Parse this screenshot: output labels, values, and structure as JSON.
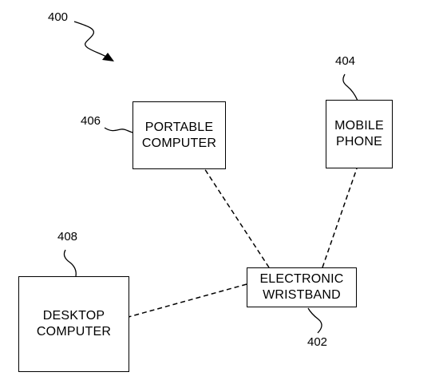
{
  "figure": {
    "ref": "400"
  },
  "nodes": [
    {
      "id": "portable",
      "ref": "406",
      "lines": [
        "PORTABLE",
        "COMPUTER"
      ]
    },
    {
      "id": "mobile",
      "ref": "404",
      "lines": [
        "MOBILE",
        "PHONE"
      ]
    },
    {
      "id": "desktop",
      "ref": "408",
      "lines": [
        "DESKTOP",
        "COMPUTER"
      ]
    },
    {
      "id": "wristband",
      "ref": "402",
      "lines": [
        "ELECTRONIC",
        "WRISTBAND"
      ]
    }
  ],
  "connections": [
    {
      "from": "wristband",
      "to": "portable",
      "style": "dashed"
    },
    {
      "from": "wristband",
      "to": "mobile",
      "style": "dashed"
    },
    {
      "from": "wristband",
      "to": "desktop",
      "style": "dashed"
    }
  ],
  "colors": {
    "stroke": "#000000",
    "background": "#ffffff"
  }
}
